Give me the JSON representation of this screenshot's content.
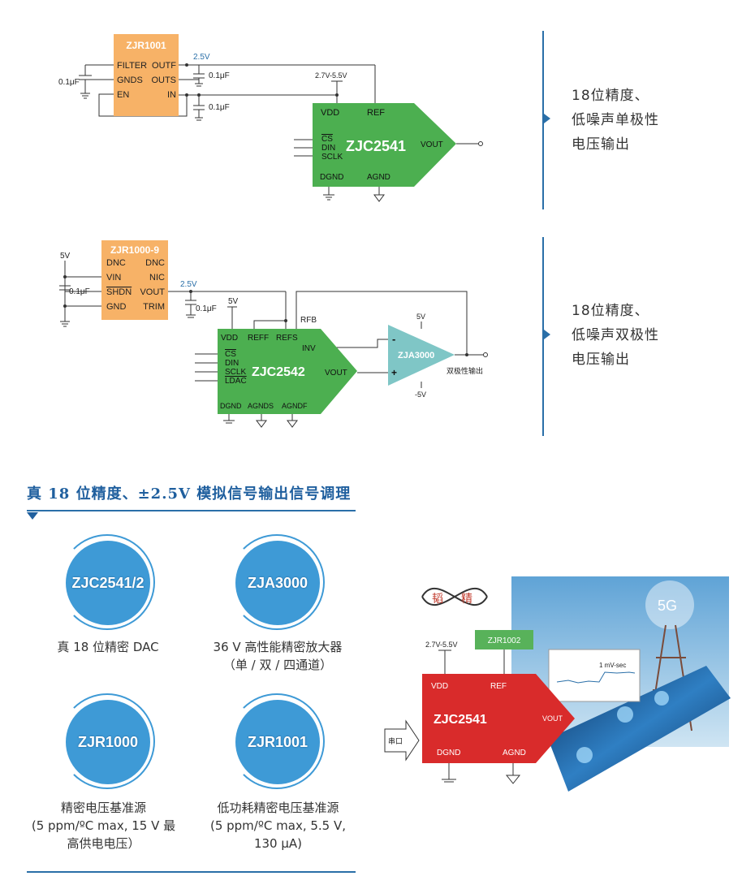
{
  "circuit1": {
    "ref_chip": {
      "name": "ZJR1001",
      "pins_left": [
        "FILTER",
        "GNDS",
        "EN"
      ],
      "pins_right": [
        "OUTF",
        "OUTS",
        "IN"
      ]
    },
    "cap_labels": [
      "0.1μF",
      "0.1μF",
      "0.1μF"
    ],
    "voltage_25": "2.5V",
    "supply": "2.7V-5.5V",
    "dac": {
      "name": "ZJC2541",
      "top_pins": [
        "VDD",
        "REF"
      ],
      "left_pins": [
        "CS",
        "DIN",
        "SCLK"
      ],
      "out_pin": "VOUT",
      "bottom_pins": [
        "DGND",
        "AGND"
      ]
    },
    "description": [
      "18位精度、",
      "低噪声单极性",
      "电压输出"
    ]
  },
  "circuit2": {
    "ref_chip": {
      "name": "ZJR1000-9",
      "pins_left": [
        "DNC",
        "VIN",
        "SHDN",
        "GND"
      ],
      "pins_right": [
        "DNC",
        "NIC",
        "VOUT",
        "TRIM"
      ]
    },
    "cap_labels": [
      "0.1μF",
      "0.1μF"
    ],
    "v5": "5V",
    "voltage_25": "2.5V",
    "rfb": "RFB",
    "dac": {
      "name": "ZJC2542",
      "top_pins": [
        "VDD",
        "REFF",
        "REFS"
      ],
      "left_pins": [
        "CS",
        "DIN",
        "SCLK",
        "LDAC"
      ],
      "inv": "INV",
      "out_pin": "VOUT",
      "bottom_pins": [
        "DGND",
        "AGNDS",
        "AGNDF"
      ]
    },
    "amp": {
      "name": "ZJA3000",
      "plus_supply": "5V",
      "minus_supply": "-5V",
      "minus": "-",
      "plus": "+"
    },
    "output_label": "双极性输出",
    "description": [
      "18位精度、",
      "低噪声双极性",
      "电压输出"
    ]
  },
  "section": {
    "title": "真 18 位精度、±2.5V 模拟信号输出信号调理"
  },
  "products": [
    {
      "badge": "ZJC2541/2",
      "caption": [
        "真 18 位精密 DAC"
      ]
    },
    {
      "badge": "ZJA3000",
      "caption": [
        "36 V 高性能精密放大器",
        "（单 / 双 / 四通道）"
      ]
    },
    {
      "badge": "ZJR1000",
      "caption": [
        "精密电压基准源",
        "(5 ppm/ºC max, 15 V 最",
        "高供电电压）"
      ]
    },
    {
      "badge": "ZJR1001",
      "caption": [
        "低功耗精密电压基准源",
        "(5 ppm/ºC max, 5.5 V,",
        "130 μA)"
      ]
    }
  ],
  "photo": {
    "logo_chars": [
      "韬",
      "精"
    ],
    "fiveg": "5G",
    "supply": "2.7V-5.5V",
    "ref_chip": "ZJR1002",
    "dac": {
      "name": "ZJC2541",
      "pins": [
        "VDD",
        "REF",
        "DGND",
        "AGND"
      ],
      "out": "VOUT"
    },
    "serial": "串口",
    "scope_label": "1 mV-sec"
  },
  "colors": {
    "ref_chip": "#f7b267",
    "dac": "#4caf50",
    "amp": "#7fc6c6",
    "accent": "#2a6fa8",
    "badge": "#3e9ad6",
    "photo_dac": "#d92b2b",
    "photo_ref": "#58b25a"
  }
}
